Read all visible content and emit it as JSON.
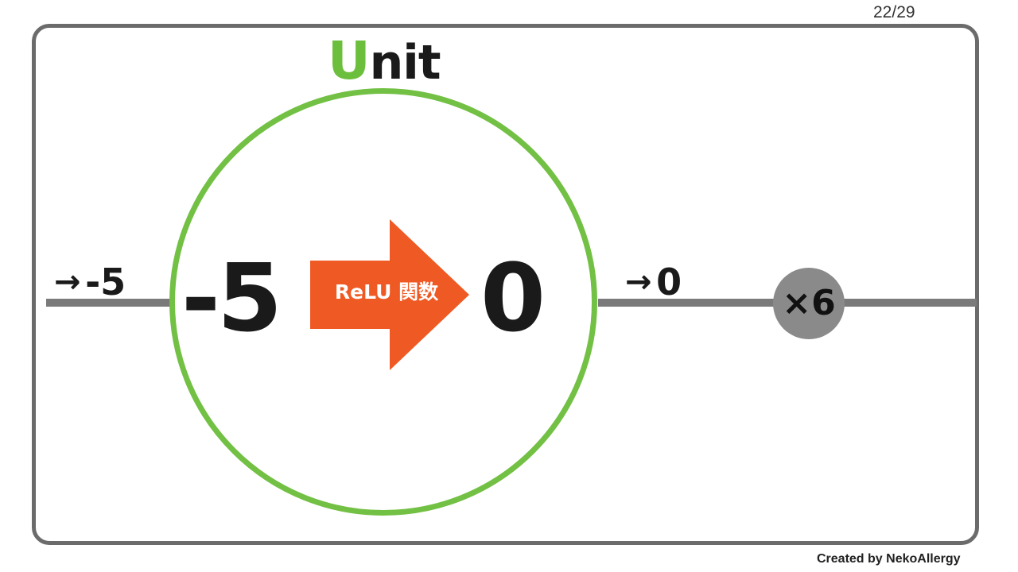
{
  "page_number": "22/29",
  "unit": {
    "title_first": "U",
    "title_rest": "nit"
  },
  "input_label": {
    "arrow": "→",
    "value": "-5"
  },
  "input_value": "-5",
  "activation_label": "ReLU 関数",
  "output_value": "0",
  "output_label": {
    "arrow": "→",
    "value": "0"
  },
  "multiplier": "×6",
  "credit": "Created by NekoAllergy",
  "colors": {
    "unit_circle": "#72c044",
    "unit_title_accent": "#6cbf3c",
    "relu_arrow": "#ef5a24",
    "line": "#7a7a7a",
    "frame": "#6b6b6b",
    "multiplier_bg": "#8a8a8a"
  }
}
